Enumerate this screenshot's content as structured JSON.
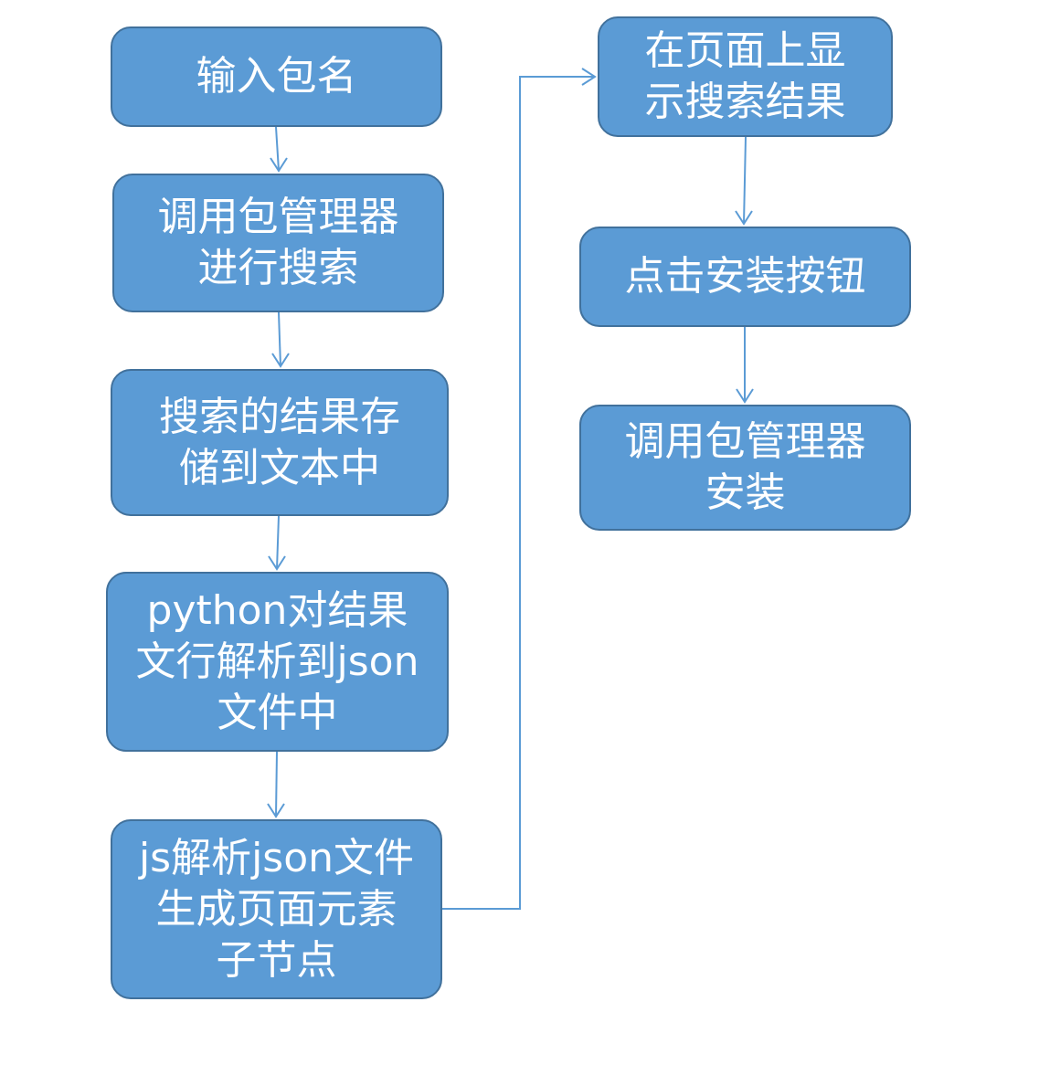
{
  "colors": {
    "node_fill": "#5b9bd5",
    "node_border": "#41719c",
    "node_text": "#ffffff",
    "connector": "#5b9bd5"
  },
  "nodes": [
    {
      "id": "input-package-name",
      "lines": [
        "输入包名"
      ]
    },
    {
      "id": "call-package-manager-search",
      "lines": [
        "调用包管理器",
        "进行搜索"
      ]
    },
    {
      "id": "store-results-to-text",
      "lines": [
        "搜索的结果存",
        "储到文本中"
      ]
    },
    {
      "id": "python-parse-to-json",
      "lines": [
        "python对结果",
        "文行解析到json",
        "文件中"
      ]
    },
    {
      "id": "js-parse-json-generate-nodes",
      "lines": [
        "js解析json文件",
        "生成页面元素",
        "子节点"
      ]
    },
    {
      "id": "display-search-results",
      "lines": [
        "在页面上显",
        "示搜索结果"
      ]
    },
    {
      "id": "click-install-button",
      "lines": [
        "点击安装按钮"
      ]
    },
    {
      "id": "call-package-manager-install",
      "lines": [
        "调用包管理器",
        "安装"
      ]
    }
  ],
  "edges": [
    {
      "from": "input-package-name",
      "to": "call-package-manager-search"
    },
    {
      "from": "call-package-manager-search",
      "to": "store-results-to-text"
    },
    {
      "from": "store-results-to-text",
      "to": "python-parse-to-json"
    },
    {
      "from": "python-parse-to-json",
      "to": "js-parse-json-generate-nodes"
    },
    {
      "from": "js-parse-json-generate-nodes",
      "to": "display-search-results"
    },
    {
      "from": "display-search-results",
      "to": "click-install-button"
    },
    {
      "from": "click-install-button",
      "to": "call-package-manager-install"
    }
  ]
}
